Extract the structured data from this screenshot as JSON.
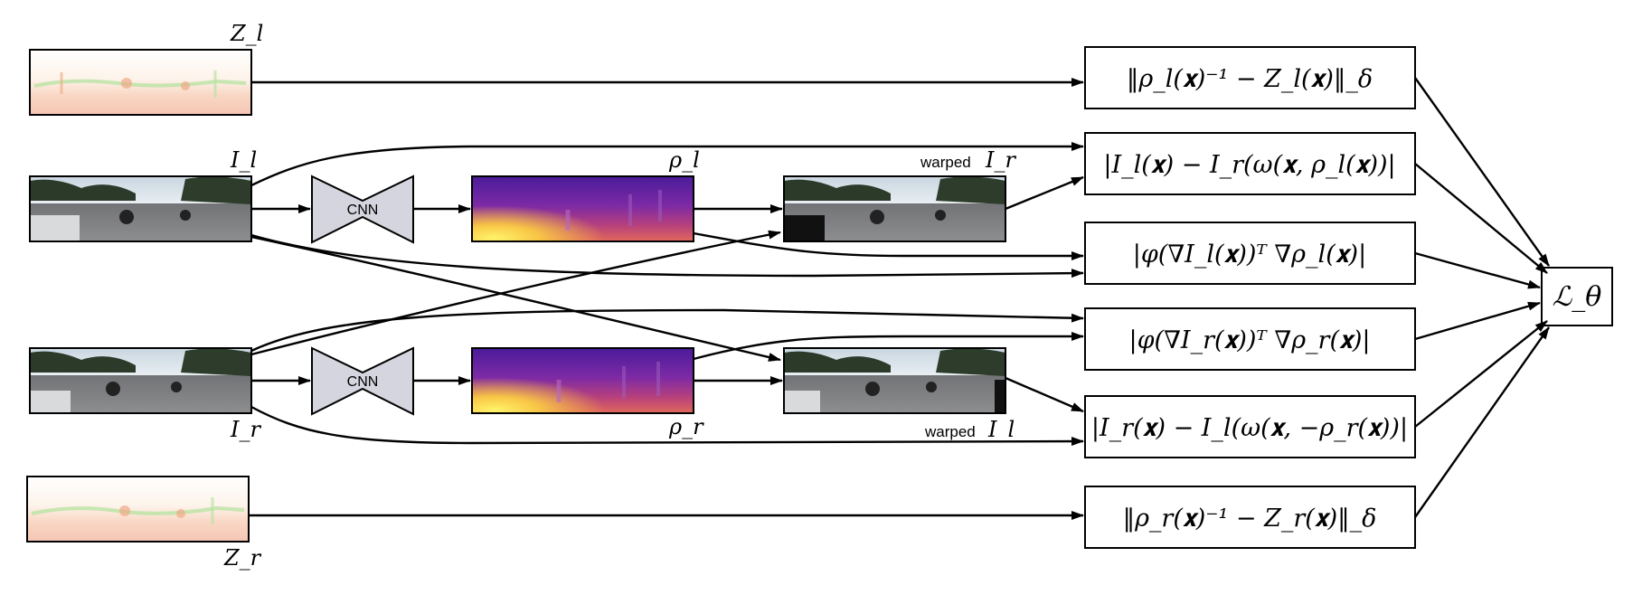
{
  "labels": {
    "z_l": "Z_l",
    "i_l": "I_l",
    "i_r": "I_r",
    "z_r": "Z_r",
    "rho_l": "ρ_l",
    "rho_r": "ρ_r",
    "cnn_top": "CNN",
    "cnn_bottom": "CNN",
    "warped_word_top": "warped",
    "warped_var_top": "I_r",
    "warped_word_bottom": "warped",
    "warped_var_bottom": "I_l"
  },
  "loss_terms": {
    "t1": "‖ρ_l(𝐱)⁻¹ − Z_l(𝐱)‖_δ",
    "t2": "|I_l(𝐱) − I_r(ω(𝐱, ρ_l(𝐱))|",
    "t3": "|φ(∇I_l(𝐱))ᵀ ∇ρ_l(𝐱)|",
    "t4": "|φ(∇I_r(𝐱))ᵀ ∇ρ_r(𝐱)|",
    "t5": "|I_r(𝐱) − I_l(ω(𝐱, −ρ_r(𝐱))|",
    "t6": "‖ρ_r(𝐱)⁻¹ − Z_r(𝐱)‖_δ"
  },
  "output": {
    "loss": "ℒ_θ"
  },
  "colors": {
    "stroke": "#000000",
    "cnn_fill": "#d4d5de",
    "depth_purple": "#5a1fa0",
    "depth_yellow": "#fbe94a",
    "lidar_peach": "#fbd8c6"
  }
}
